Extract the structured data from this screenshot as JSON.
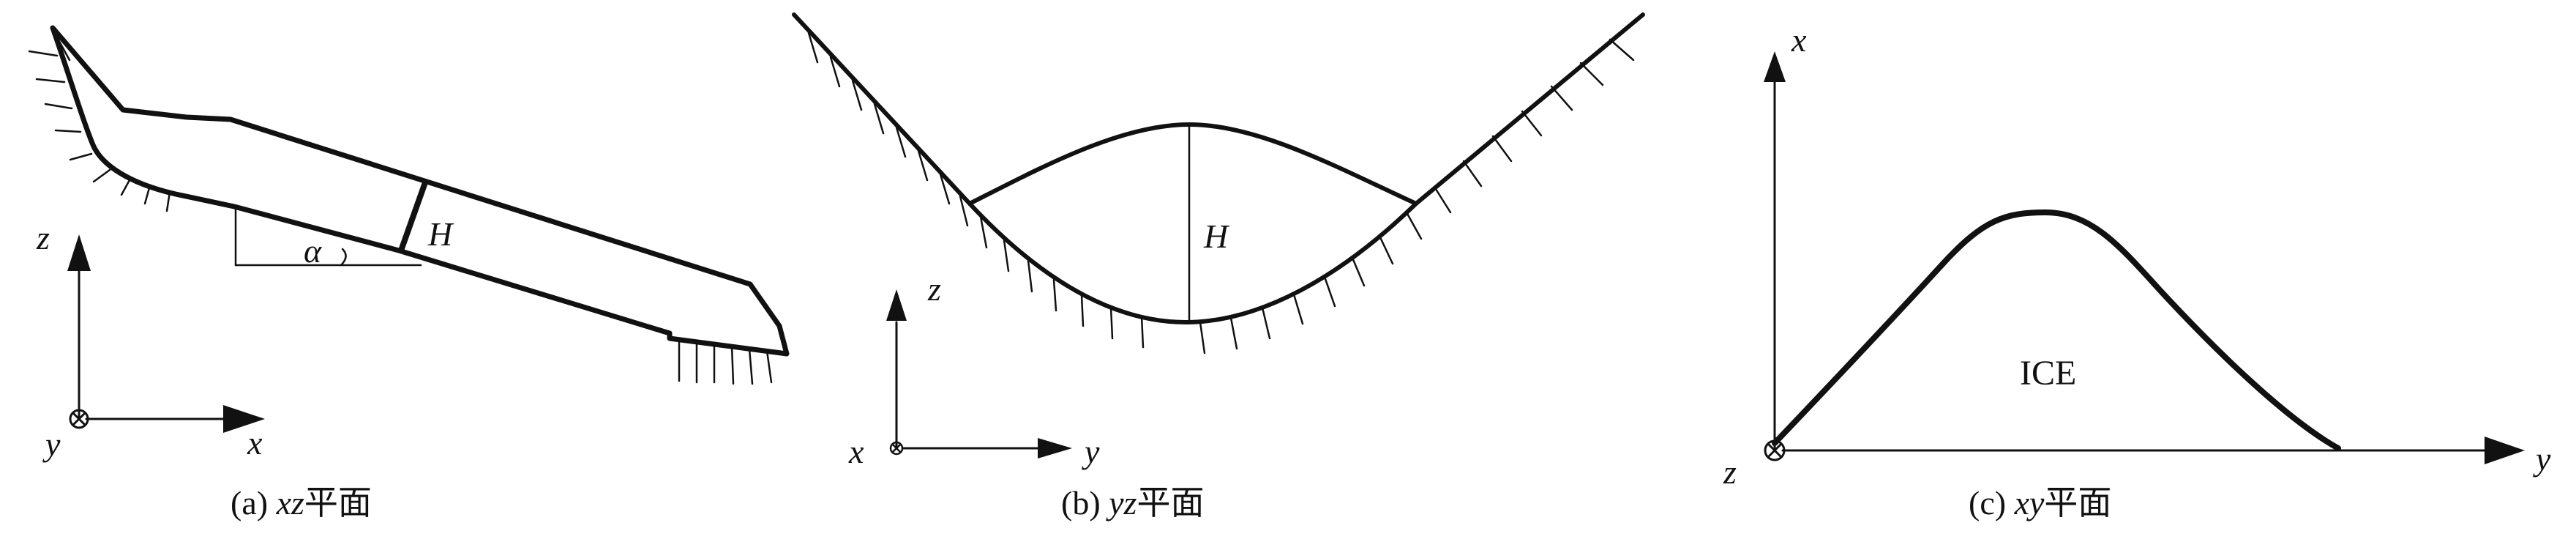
{
  "panel_a": {
    "axis_z": "z",
    "axis_x": "x",
    "axis_y": "y",
    "label_H": "H",
    "label_alpha": "α",
    "caption_prefix": "(a) ",
    "caption_vars": "xz",
    "caption_plane": "平面"
  },
  "panel_b": {
    "axis_z": "z",
    "axis_x": "x",
    "axis_y": "y",
    "label_H": "H",
    "caption_prefix": "(b) ",
    "caption_vars": "yz",
    "caption_plane": "平面"
  },
  "panel_c": {
    "axis_x": "x",
    "axis_y": "y",
    "axis_z": "z",
    "label_ice": "ICE",
    "caption_prefix": "(c) ",
    "caption_vars": "xy",
    "caption_plane": "平面"
  },
  "colors": {
    "ink": "#111111",
    "background": "#ffffff"
  }
}
